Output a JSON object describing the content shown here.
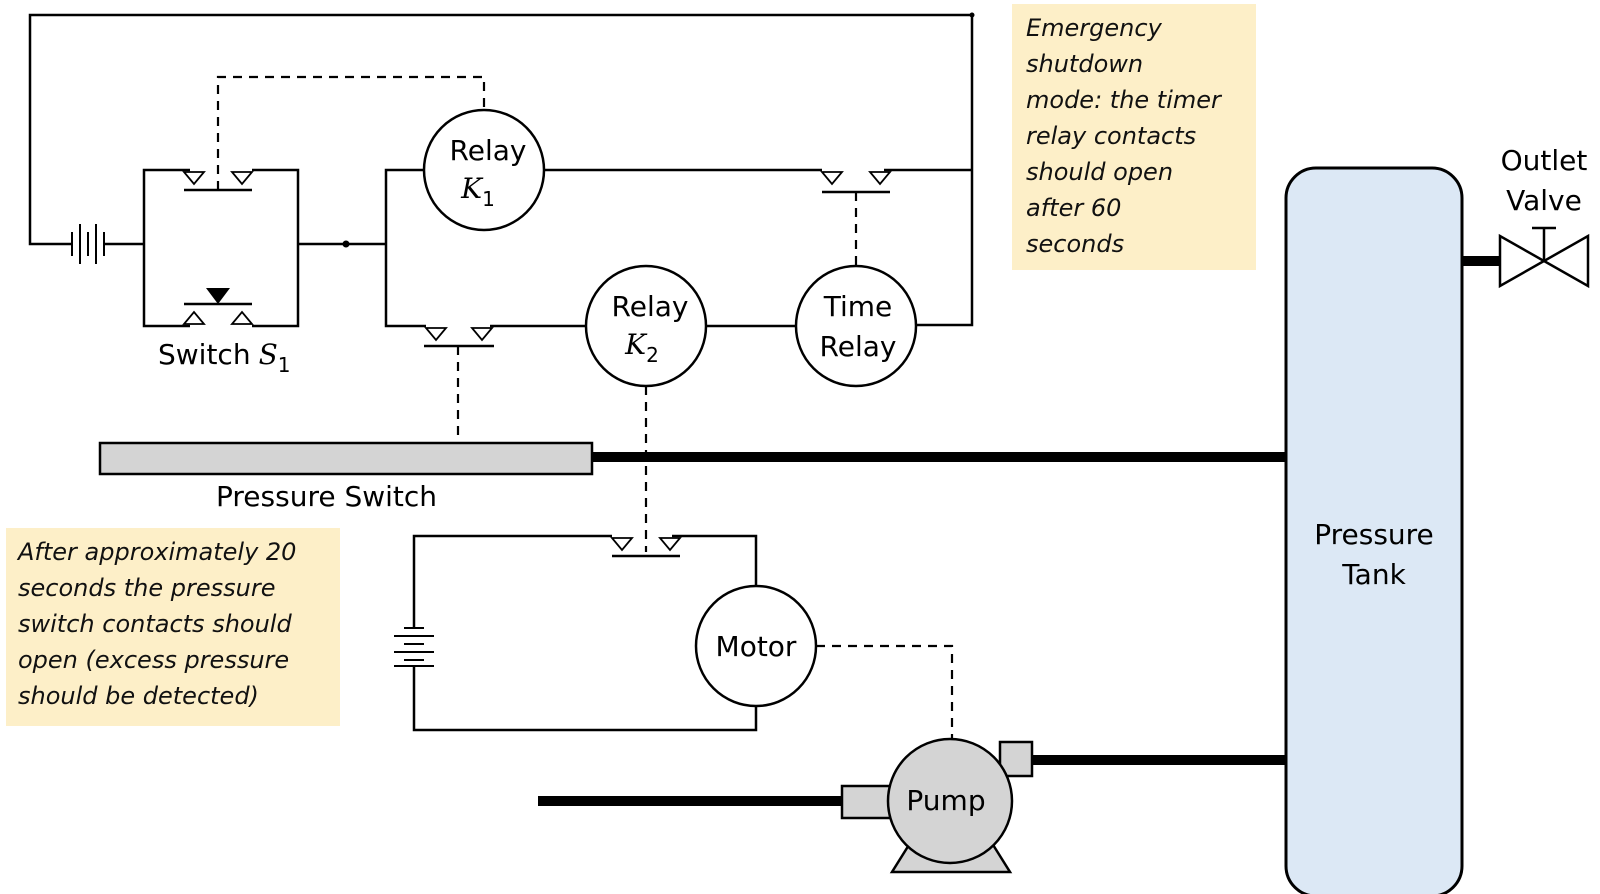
{
  "labels": {
    "relay1": {
      "name": "Relay",
      "symbol": "K",
      "subscript": "1"
    },
    "relay2": {
      "name": "Relay",
      "symbol": "K",
      "subscript": "2"
    },
    "time_relay": {
      "line1": "Time",
      "line2": "Relay"
    },
    "switch": {
      "name": "Switch",
      "symbol": "S",
      "subscript": "1"
    },
    "pressure_switch": "Pressure Switch",
    "motor": "Motor",
    "pump": "Pump",
    "tank": {
      "line1": "Pressure",
      "line2": "Tank"
    },
    "valve": {
      "line1": "Outlet",
      "line2": "Valve"
    }
  },
  "notes": {
    "emergency": [
      "Emergency",
      "shutdown",
      "mode: the timer",
      "relay contacts",
      "should open",
      "after 60",
      "seconds"
    ],
    "pressure": [
      "After approximately 20",
      "seconds the pressure",
      "switch contacts should",
      "open (excess pressure",
      "should be detected)"
    ]
  },
  "colors": {
    "note_bg": "#fdefc8",
    "tank_fill": "#dce8f5",
    "component_gray": "#d4d4d4"
  }
}
